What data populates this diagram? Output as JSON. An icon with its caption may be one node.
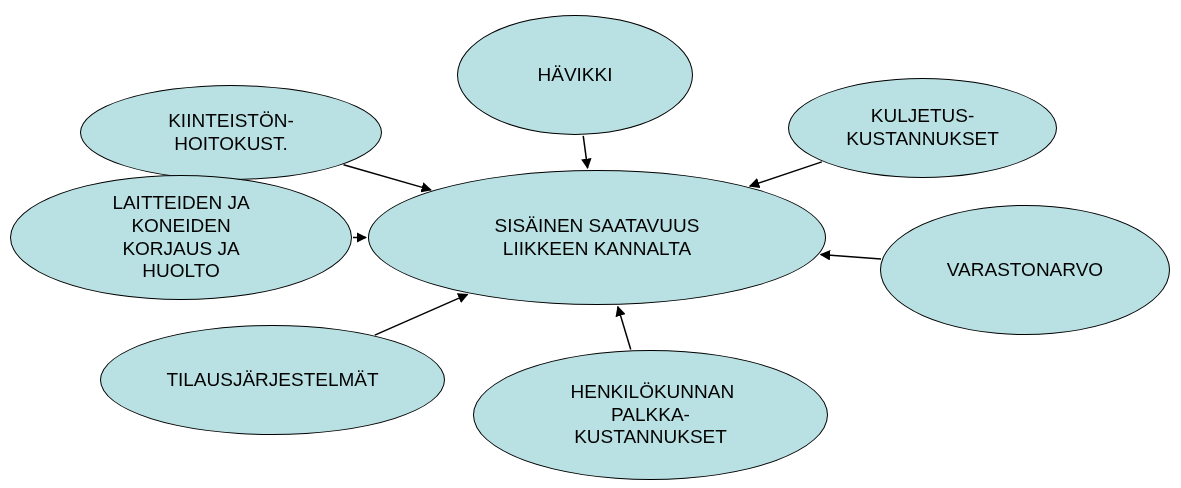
{
  "diagram": {
    "nodes": [
      {
        "text": [
          "HÄVIKKI"
        ]
      },
      {
        "text": [
          "KIINTEISTÖN- HOITOKUST."
        ]
      },
      {
        "text": [
          "KULJETUS- KUSTANNUKSET"
        ]
      },
      {
        "text": [
          "SISÄINEN SAATAVUUS LIIKKEEN KANNALTA"
        ]
      },
      {
        "text": [
          "LAITTEIDEN JA KONEIDEN KORJAUS JA HUOLTO"
        ]
      },
      {
        "text": [
          "VARASTONARVO"
        ]
      },
      {
        "text": [
          "TILAUSJÄRJESTELMÄT"
        ]
      },
      {
        "text": [
          "HENKILÖKUNNAN PALKKA- KUSTANNUKSET"
        ]
      }
    ],
    "edges": [
      {
        "from": 0,
        "to": 3,
        "arrow": "to"
      },
      {
        "from": 1,
        "to": 3,
        "arrow": "to"
      },
      {
        "from": 2,
        "to": 3,
        "arrow": "to"
      },
      {
        "from": 4,
        "to": 3,
        "arrow": "to"
      },
      {
        "from": 5,
        "to": 3,
        "arrow": "to"
      },
      {
        "from": 6,
        "to": 3,
        "arrow": "to"
      },
      {
        "from": 7,
        "to": 3,
        "arrow": "to"
      }
    ]
  }
}
